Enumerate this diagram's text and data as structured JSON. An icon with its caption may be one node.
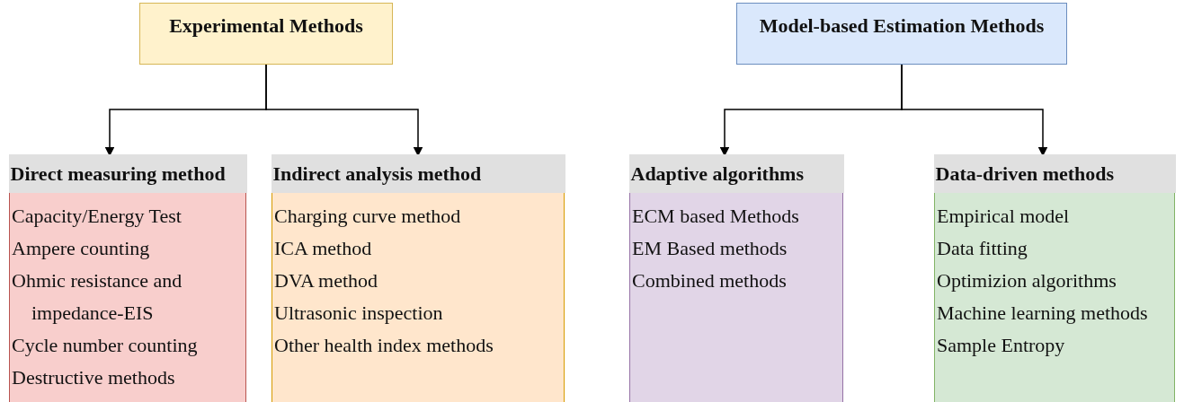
{
  "diagram": {
    "nodes": [
      {
        "text": [
          "Experimental Methods"
        ]
      },
      {
        "text": [
          "Model-based Estimation Methods"
        ]
      },
      {
        "text": [
          "Direct measuring method",
          "Capacity/Energy Test",
          "Ampere counting",
          "Ohmic resistance and impedance-EIS",
          "Cycle number counting",
          "Destructive methods"
        ]
      },
      {
        "text": [
          "Indirect analysis method",
          "Charging curve method",
          "ICA method",
          "DVA method",
          "Ultrasonic inspection",
          "Other health index methods"
        ]
      },
      {
        "text": [
          "Adaptive algorithms",
          "ECM based Methods",
          "EM Based methods",
          "Combined methods"
        ]
      },
      {
        "text": [
          "Data-driven methods",
          "Empirical model",
          "Data fitting",
          "Optimizion algorithms",
          "Machine learning methods",
          "Sample Entropy"
        ]
      }
    ],
    "edges": [
      {
        "from": 0,
        "to": 2,
        "arrow": "to"
      },
      {
        "from": 0,
        "to": 3,
        "arrow": "to"
      },
      {
        "from": 1,
        "to": 4,
        "arrow": "to"
      },
      {
        "from": 1,
        "to": 5,
        "arrow": "to"
      }
    ]
  }
}
